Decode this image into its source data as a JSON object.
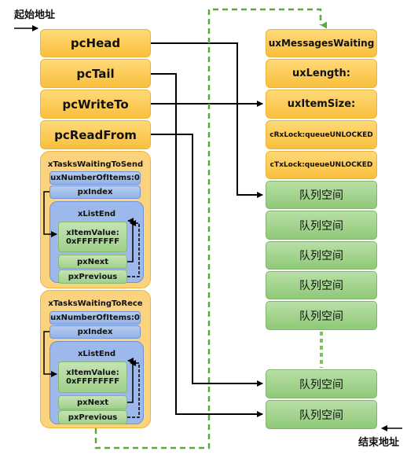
{
  "labels": {
    "start": "起始地址",
    "end": "结束地址"
  },
  "left_fields": [
    "pcHead",
    "pcTail",
    "pcWriteTo",
    "pcReadFrom"
  ],
  "lists": [
    {
      "title": "xTasksWaitingToSend",
      "num_items": "uxNumberOfItems:0",
      "px_index": "pxIndex",
      "list_end": "xListEnd",
      "item_value": "xItemValue:\n0xFFFFFFFF",
      "px_next": "pxNext",
      "px_previous": "pxPrevious"
    },
    {
      "title": "xTasksWaitingToRece",
      "num_items": "uxNumberOfItems:0",
      "px_index": "pxIndex",
      "list_end": "xListEnd",
      "item_value": "xItemValue:\n0xFFFFFFFF",
      "px_next": "pxNext",
      "px_previous": "pxPrevious"
    }
  ],
  "right_fields": [
    "uxMessagesWaiting",
    "uxLength:",
    "uxItemSize:",
    "cRxLock:queueUNLOCKED",
    "cTxLock:queueUNLOCKED"
  ],
  "queue_space_label": "队列空间",
  "colors": {
    "orange": "#f9bf3c",
    "green": "#8fc978",
    "blue": "#93b2e6",
    "dashed_link": "#5aab3c"
  }
}
